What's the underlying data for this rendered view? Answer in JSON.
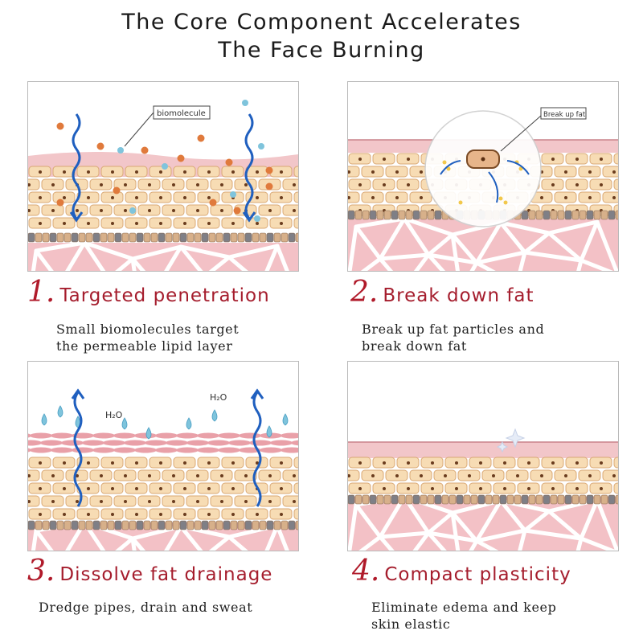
{
  "title": {
    "line1": "The Core Component Accelerates",
    "line2": "The Face Burning"
  },
  "steps": [
    {
      "number": "1.",
      "name": "Targeted penetration",
      "desc_line1": "Small biomolecules target",
      "desc_line2": "the permeable lipid layer",
      "callout": "biomolecule"
    },
    {
      "number": "2.",
      "name": "Break down fat",
      "desc_line1": "Break up fat particles and",
      "desc_line2": "break down fat",
      "callout": "Break up fat"
    },
    {
      "number": "3.",
      "name": "Dissolve fat drainage",
      "desc_line1": "Dredge pipes, drain and sweat",
      "label_a": "H₂O",
      "label_b": "H₂O"
    },
    {
      "number": "4.",
      "name": "Compact plasticity",
      "desc_line1": "Eliminate edema and keep",
      "desc_line2": "skin elastic"
    }
  ],
  "colors": {
    "accent": "#a51d2d",
    "skin_top": "#f2c6c9",
    "fat_cell": "#f7dcb4",
    "fat_cell_border": "#d9a875",
    "tissue": "#f3c1c6",
    "arrow": "#1f5fbf",
    "particle_orange": "#e07a3c",
    "particle_blue": "#7fc4dc"
  }
}
